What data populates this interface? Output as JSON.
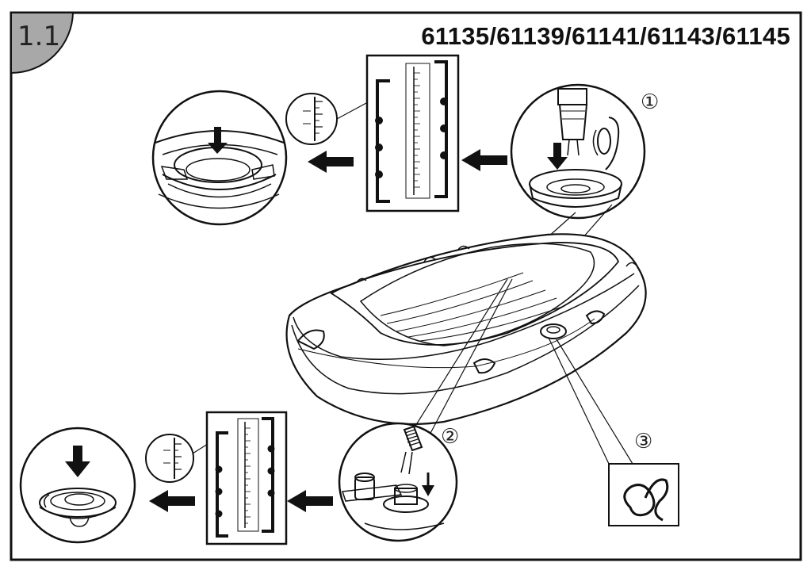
{
  "step": {
    "number": "1.1"
  },
  "models": {
    "title": "61135/61139/61141/61143/61145"
  },
  "callouts": [
    {
      "id": "valve-1",
      "label": "①"
    },
    {
      "id": "valve-2",
      "label": "②"
    },
    {
      "id": "rope",
      "label": "③"
    }
  ],
  "colors": {
    "line": "#1a1a1a",
    "badge": "#a8a8a8",
    "background": "#ffffff"
  }
}
